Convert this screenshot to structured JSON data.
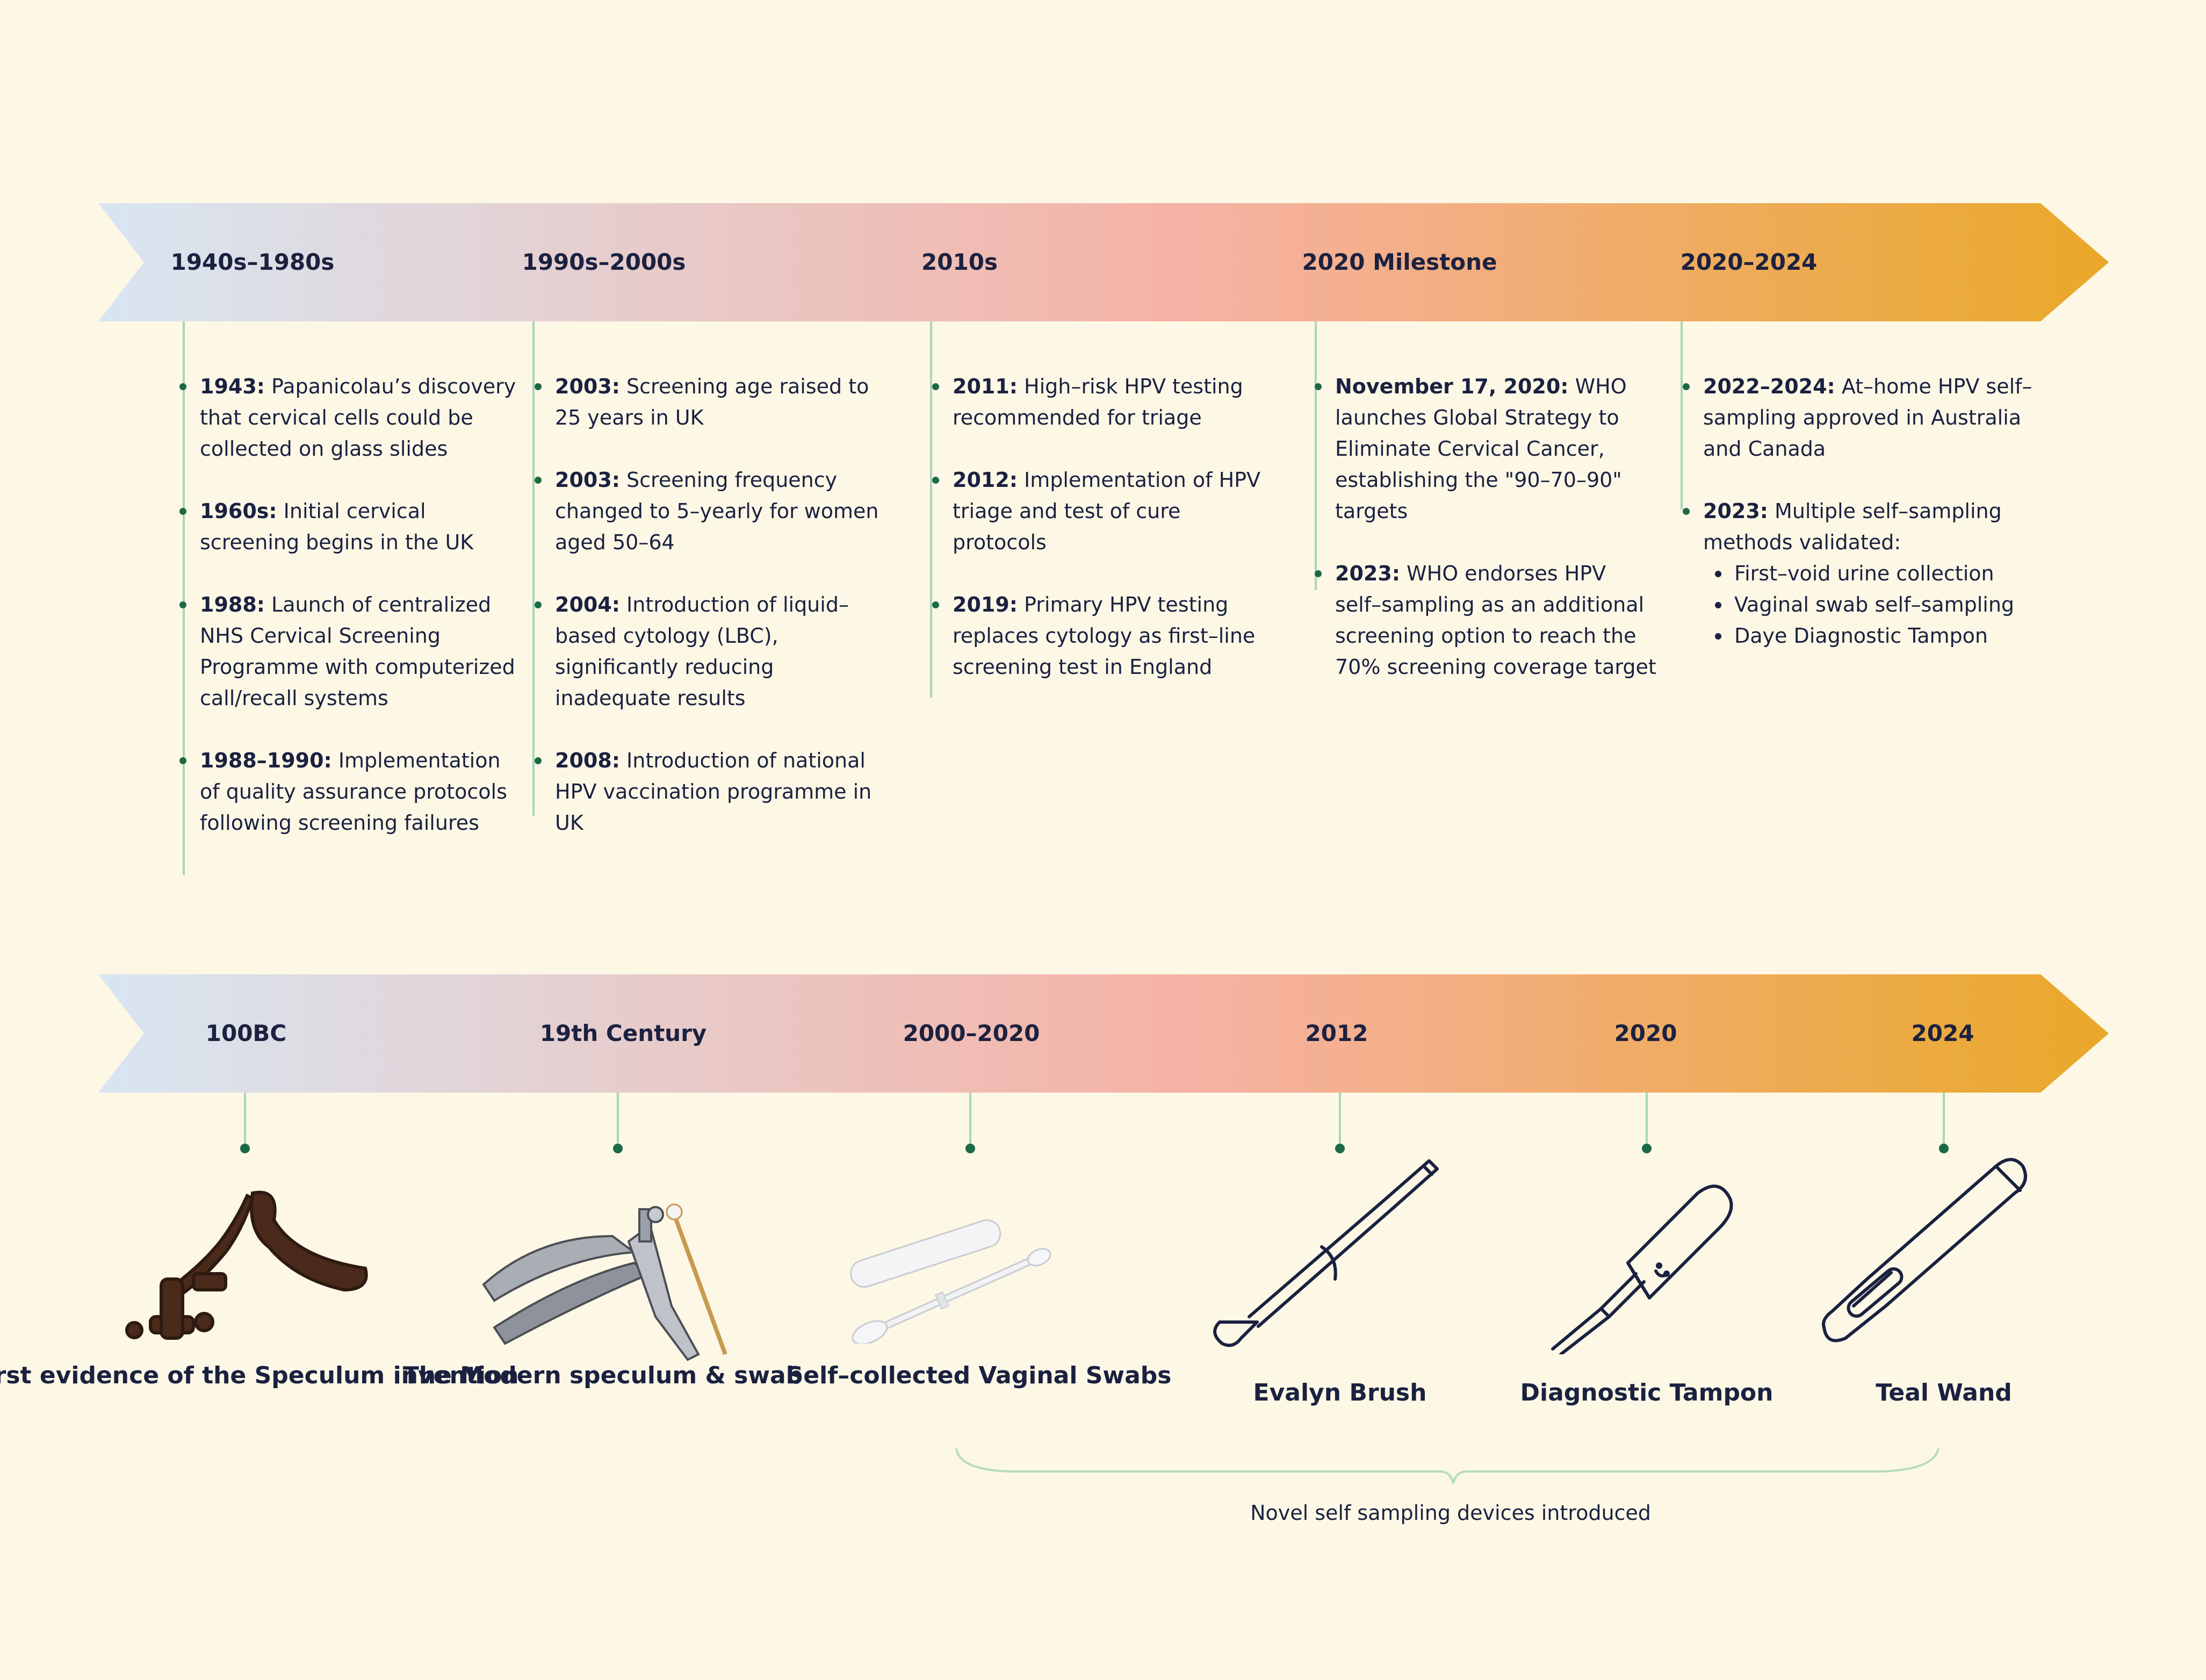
{
  "colors": {
    "background": "#fdf7e6",
    "band_start": "#d8e6f2",
    "band_mid": "#f6b1a3",
    "band_end": "#e9a828",
    "stem": "#a8d6b6",
    "bullet": "#1b6a45",
    "text": "#1a2140"
  },
  "policy_timeline": {
    "periods": [
      {
        "label": "1940s–1980s",
        "entries": [
          {
            "year": "1943:",
            "text": " Papanicolau’s discovery that cervical cells could be collected on glass slides"
          },
          {
            "year": "1960s:",
            "text": " Initial cervical screening begins in the UK"
          },
          {
            "year": "1988:",
            "text": " Launch of centralized NHS Cervical Screening Programme with computerized call/recall systems"
          },
          {
            "year": "1988–1990:",
            "text": " Implementation of quality assurance protocols following screening failures"
          }
        ]
      },
      {
        "label": "1990s–2000s",
        "entries": [
          {
            "year": "2003:",
            "text": " Screening age raised to 25 years in UK"
          },
          {
            "year": "2003:",
            "text": " Screening frequency changed to 5–yearly for women aged 50–64"
          },
          {
            "year": "2004:",
            "text": " Introduction of liquid–based cytology (LBC), significantly reducing inadequate results"
          },
          {
            "year": "2008:",
            "text": " Introduction of national HPV vaccination programme in UK"
          }
        ]
      },
      {
        "label": "2010s",
        "entries": [
          {
            "year": "2011:",
            "text": " High–risk HPV testing recommended for triage"
          },
          {
            "year": "2012:",
            "text": " Implementation of HPV triage and test of cure protocols"
          },
          {
            "year": "2019:",
            "text": " Primary HPV testing replaces cytology as first–line screening test in England"
          }
        ]
      },
      {
        "label": "2020 Milestone",
        "entries": [
          {
            "year": "November 17, 2020:",
            "text": " WHO launches Global Strategy to Eliminate Cervical Cancer, establishing the \"90–70–90\" targets"
          },
          {
            "year": "2023:",
            "text": " WHO endorses HPV self–sampling as an additional screening option to reach the 70% screening coverage target"
          }
        ]
      },
      {
        "label": "2020–2024",
        "entries": [
          {
            "year": "2022–2024:",
            "text": " At–home HPV self–sampling approved in Australia and Canada"
          },
          {
            "year": "2023:",
            "text": " Multiple self–sampling methods validated:",
            "sub_items": [
              "First–void urine collection",
              "Vaginal swab self–sampling",
              "Daye Diagnostic Tampon"
            ]
          }
        ]
      }
    ]
  },
  "device_timeline": {
    "milestones": [
      {
        "year": "100BC",
        "label": "First evidence of the Speculum invention",
        "icon": "ancient-speculum-icon"
      },
      {
        "year": "19th Century",
        "label": "The Modern speculum & swab",
        "icon": "modern-speculum-icon"
      },
      {
        "year": "2000–2020",
        "label": "Self–collected Vaginal Swabs",
        "icon": "vaginal-swab-icon"
      },
      {
        "year": "2012",
        "label": "Evalyn Brush",
        "icon": "evalyn-brush-icon"
      },
      {
        "year": "2020",
        "label": "Diagnostic Tampon",
        "icon": "diagnostic-tampon-icon"
      },
      {
        "year": "2024",
        "label": "Teal Wand",
        "icon": "teal-wand-icon"
      }
    ],
    "brace_caption": "Novel self sampling devices introduced"
  }
}
